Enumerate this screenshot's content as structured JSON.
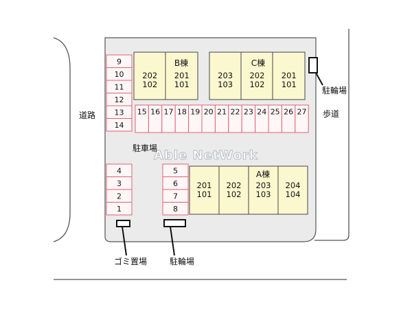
{
  "labels": {
    "road": "道路",
    "sidewalk": "歩道",
    "parking": "駐車場",
    "bike_parking_right": "駐輪場",
    "bike_parking_bottom": "駐輪場",
    "garbage": "ゴミ置場",
    "watermark": "Able NetWork"
  },
  "buildings": {
    "b": "B棟",
    "c": "C棟",
    "a": "A棟"
  },
  "b_units": [
    {
      "upper": "202",
      "lower": "102"
    },
    {
      "upper": "201",
      "lower": "101"
    }
  ],
  "c_units": [
    {
      "upper": "203",
      "lower": "103"
    },
    {
      "upper": "202",
      "lower": "102"
    },
    {
      "upper": "201",
      "lower": "101"
    }
  ],
  "a_units": [
    {
      "upper": "201",
      "lower": "101"
    },
    {
      "upper": "202",
      "lower": "102"
    },
    {
      "upper": "203",
      "lower": "103"
    },
    {
      "upper": "204",
      "lower": "104"
    }
  ],
  "slots_left_top": [
    "9",
    "10",
    "11",
    "12",
    "13",
    "14"
  ],
  "slots_horizontal": [
    "15",
    "16",
    "17",
    "18",
    "19",
    "20",
    "21",
    "22",
    "23",
    "24",
    "25",
    "26",
    "27"
  ],
  "slots_left_bottom": [
    "4",
    "3",
    "2",
    "1"
  ],
  "slots_mid_bottom": [
    "5",
    "6",
    "7",
    "8"
  ]
}
